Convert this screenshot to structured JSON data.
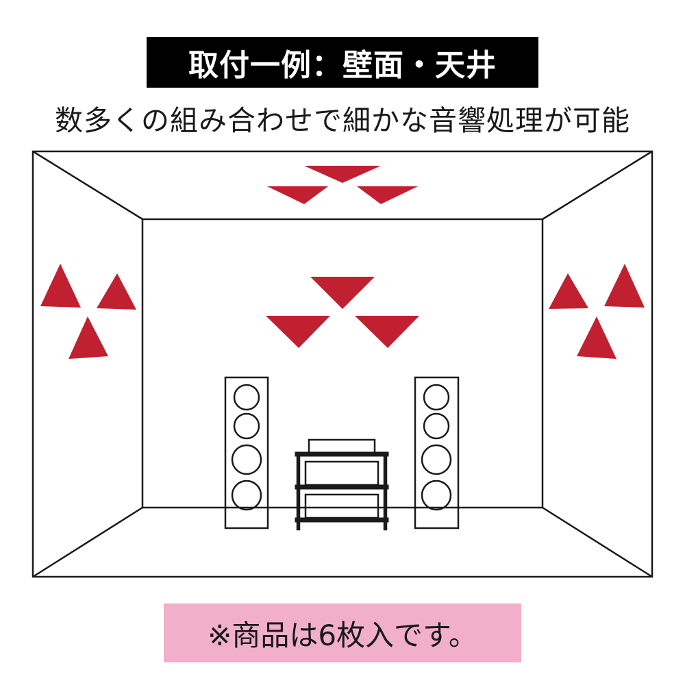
{
  "header": {
    "title": "取付一例：壁面・天井",
    "subtitle": "数多くの組み合わせで細かな音響処理が可能"
  },
  "footer": {
    "note": "※商品は6枚入です。"
  },
  "colors": {
    "panel_red": "#c0202f",
    "line": "#1a1a1a",
    "title_bg": "#000000",
    "note_bg": "#f2afc9"
  },
  "icons": [
    "acoustic-panel-triangle-icon",
    "speaker-icon",
    "audio-rack-icon"
  ]
}
